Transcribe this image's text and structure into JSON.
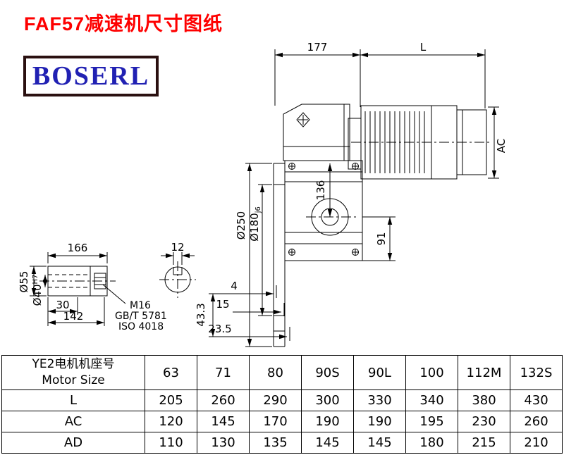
{
  "page": {
    "title": "FAF57减速机尺寸图纸",
    "logo": "BOSERL"
  },
  "dims": {
    "d177": "177",
    "L": "L",
    "AC": "AC",
    "o250": "Ø250",
    "o180": "Ø180",
    "o180_tol": "j6",
    "d136": "136",
    "d91": "91",
    "d166": "166",
    "d12": "12",
    "o55": "Ø55",
    "o40": "Ø40",
    "o40_tol": "H7",
    "d30": "30",
    "d142": "142",
    "m16": "M16",
    "gbt": "GB/T 5781",
    "iso": "ISO 4018",
    "d4": "4",
    "d15": "15",
    "d23_5": "23.5",
    "d43_3": "43.3"
  },
  "table": {
    "header_cn": "YE2电机机座号",
    "header_en": "Motor Size",
    "sizes": [
      "63",
      "71",
      "80",
      "90S",
      "90L",
      "100",
      "112M",
      "132S"
    ],
    "rows": [
      {
        "label": "L",
        "values": [
          "205",
          "260",
          "290",
          "300",
          "330",
          "340",
          "380",
          "430"
        ]
      },
      {
        "label": "AC",
        "values": [
          "120",
          "145",
          "170",
          "190",
          "190",
          "195",
          "230",
          "260"
        ]
      },
      {
        "label": "AD",
        "values": [
          "110",
          "130",
          "135",
          "145",
          "145",
          "180",
          "215",
          "210"
        ]
      }
    ]
  }
}
